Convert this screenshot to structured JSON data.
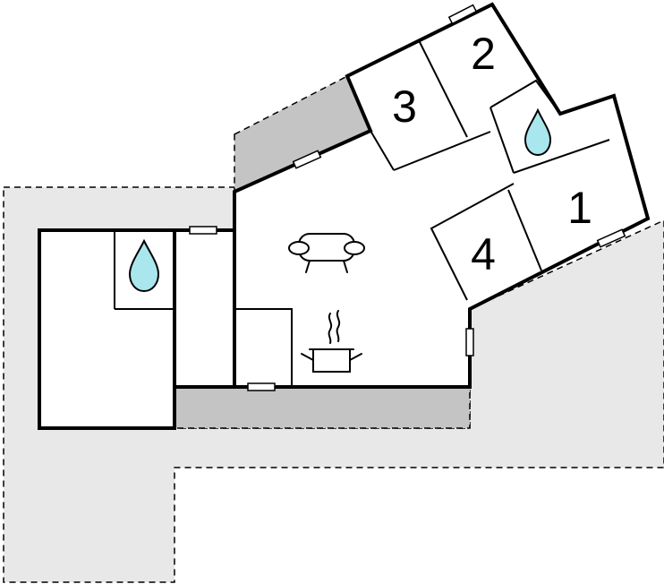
{
  "floorplan": {
    "rooms": [
      {
        "id": "bedroom-1",
        "label": "1"
      },
      {
        "id": "bedroom-2",
        "label": "2"
      },
      {
        "id": "bedroom-3",
        "label": "3"
      },
      {
        "id": "bedroom-4",
        "label": "4"
      }
    ],
    "icons": {
      "bathroom": "water-drop-icon",
      "living_area": "sofa-icon",
      "kitchen": "cooking-pot-icon",
      "window": "window-icon"
    },
    "colors": {
      "terrace": "#e8e8e8",
      "covered_terrace": "#c4c4c4",
      "water_drop": "#a9e6ee",
      "wall": "#000000"
    }
  }
}
